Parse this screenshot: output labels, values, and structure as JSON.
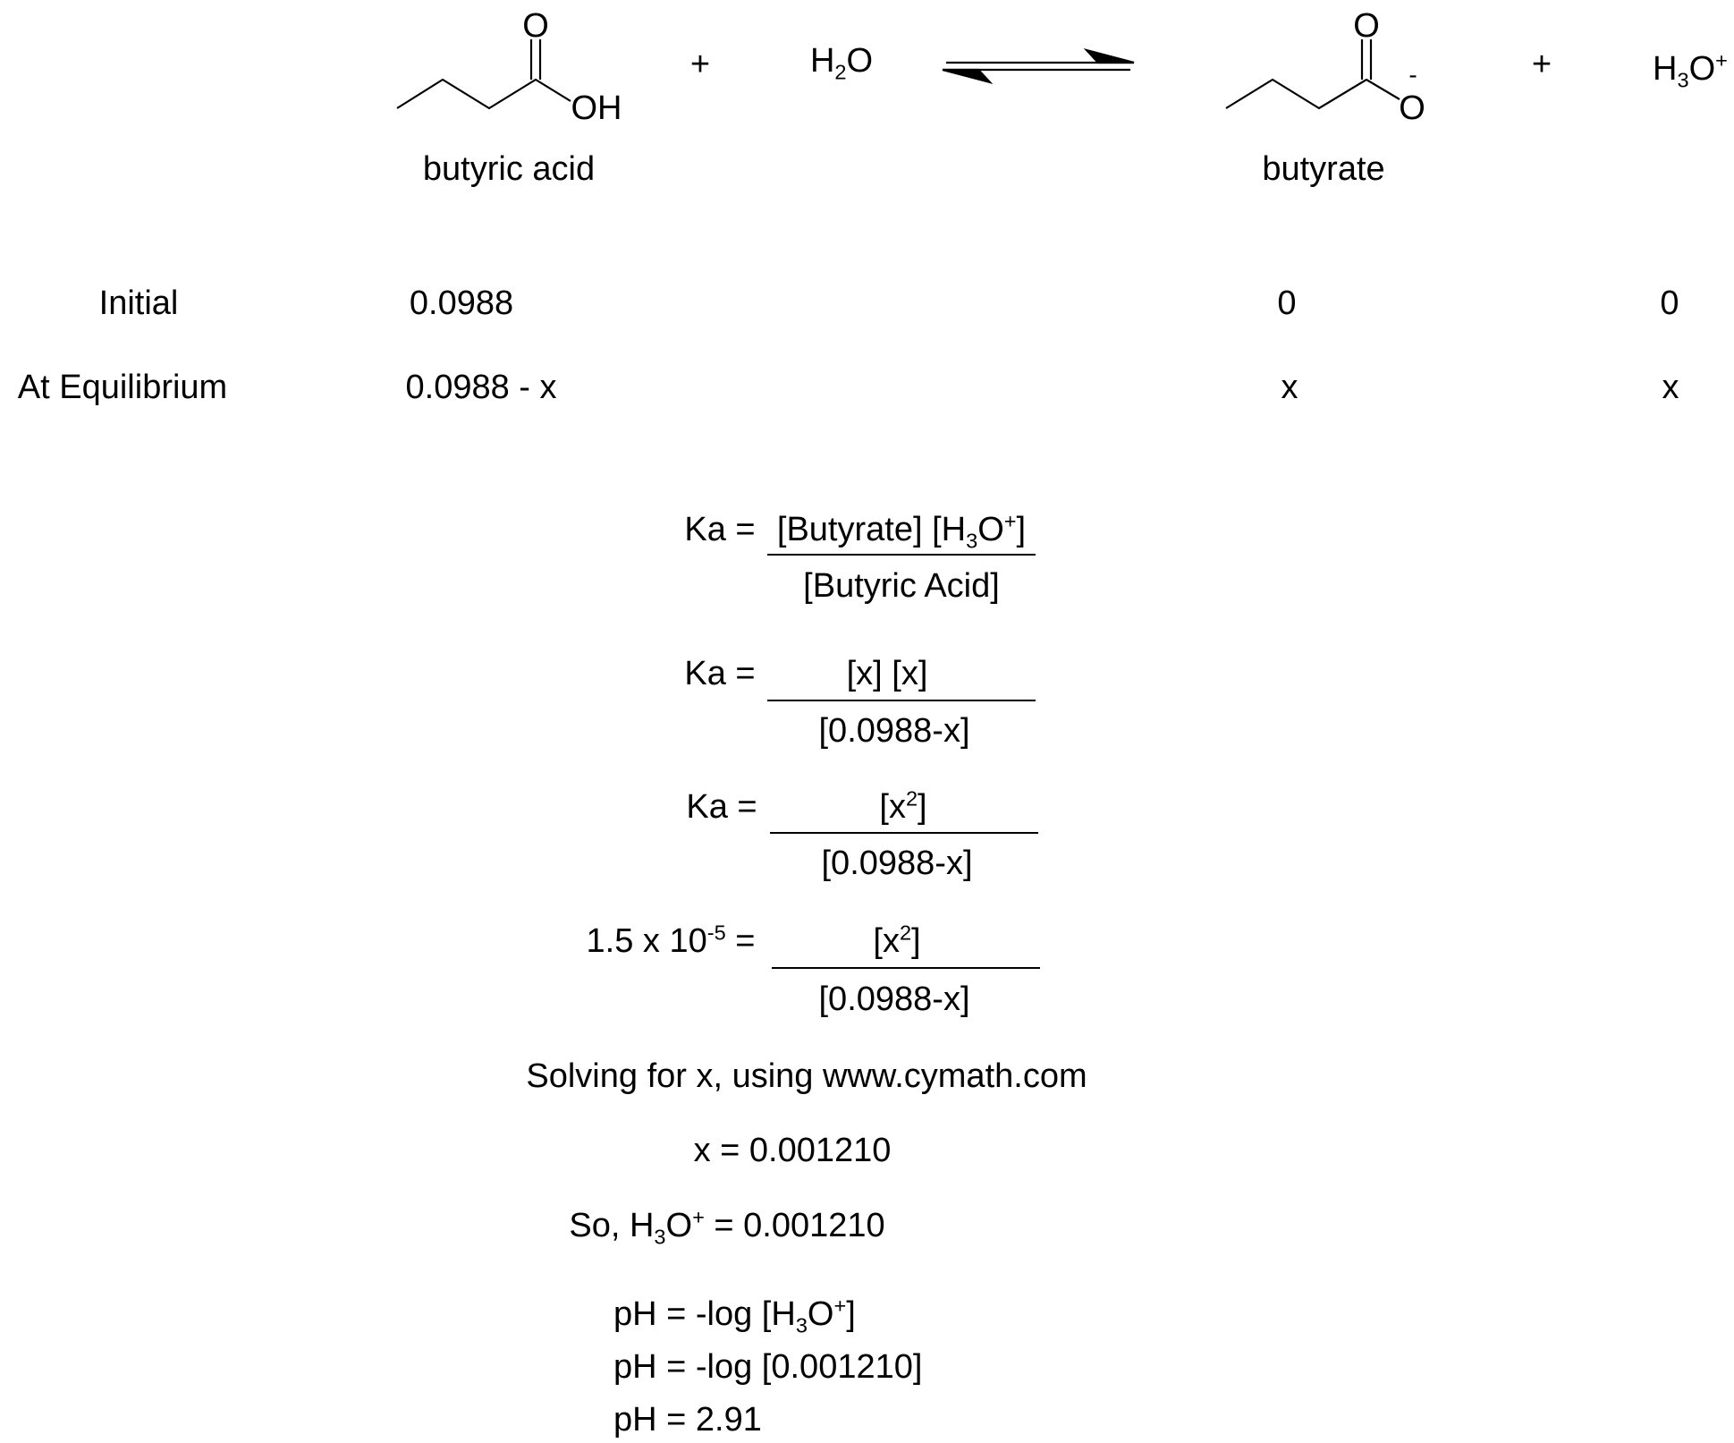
{
  "reaction": {
    "reactant1_label": "butyric acid",
    "reactant1_oh": "OH",
    "atom_o": "O",
    "plus": "+",
    "water": {
      "main": "H",
      "sub": "2",
      "tail": "O"
    },
    "product1_label": "butyrate",
    "charge_minus": "-",
    "hydronium": {
      "main": "H",
      "sub": "3",
      "tail": "O",
      "sup": "+"
    }
  },
  "ice_table": {
    "rows": [
      {
        "label": "Initial",
        "acid": "0.0988",
        "base": "0",
        "h3o": "0"
      },
      {
        "label": "At Equilibrium",
        "acid": "0.0988 - x",
        "base": "x",
        "h3o": "x"
      }
    ]
  },
  "equations": {
    "eq1": {
      "lhs": "Ka =",
      "num_a": "[Butyrate] [H",
      "num_sub": "3",
      "num_b": "O",
      "num_sup": "+",
      "num_c": "]",
      "den": "[Butyric Acid]"
    },
    "eq2": {
      "lhs": "Ka =",
      "num": "[x] [x]",
      "den": "[0.0988-x]"
    },
    "eq3": {
      "lhs": "Ka =",
      "num_a": "[x",
      "num_sup": "2",
      "num_b": "]",
      "den": "[0.0988-x]"
    },
    "eq4": {
      "lhs_a": "1.5 x 10",
      "lhs_sup": "-5",
      "lhs_b": " =",
      "num_a": "[x",
      "num_sup": "2",
      "num_b": "]",
      "den": "[0.0988-x]"
    },
    "solving": "Solving for x, using www.cymath.com",
    "x_value": "x = 0.001210",
    "so": {
      "a": "So, H",
      "sub": "3",
      "b": "O",
      "sup": "+",
      "c": " = 0.001210"
    },
    "ph1": {
      "a": "pH = -log [H",
      "sub": "3",
      "b": "O",
      "sup": "+",
      "c": "]"
    },
    "ph2": "pH = -log [0.001210]",
    "ph3": "pH = 2.91"
  }
}
